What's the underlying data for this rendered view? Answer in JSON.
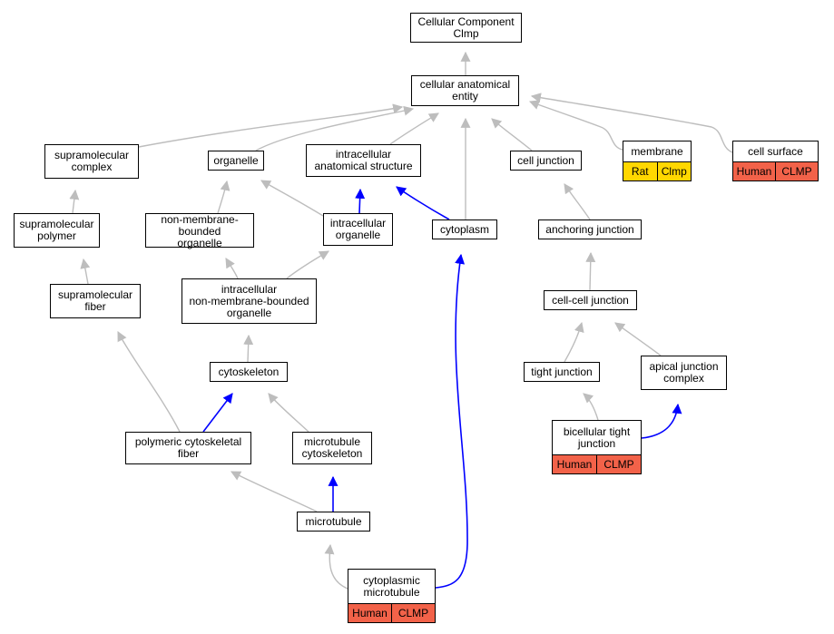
{
  "colors": {
    "is_a_edge": "#bdbdbd",
    "part_of_edge": "#0000ff",
    "human_tag": "#f26249",
    "rat_tag": "#ffd700"
  },
  "nodes": {
    "root": {
      "label": "Cellular Component\nClmp"
    },
    "cellular_anatomical_entity": {
      "label": "cellular anatomical\nentity"
    },
    "supramolecular_complex": {
      "label": "supramolecular\ncomplex"
    },
    "organelle": {
      "label": "organelle"
    },
    "intracellular_anatomical_structure": {
      "label": "intracellular\nanatomical structure"
    },
    "cell_junction": {
      "label": "cell junction"
    },
    "membrane": {
      "label": "membrane",
      "tags": [
        "Rat",
        "Clmp"
      ]
    },
    "cell_surface": {
      "label": "cell surface",
      "tags": [
        "Human",
        "CLMP"
      ]
    },
    "supramolecular_polymer": {
      "label": "supramolecular\npolymer"
    },
    "non_membrane_bounded_organelle": {
      "label": "non-membrane-bounded\norganelle"
    },
    "intracellular_organelle": {
      "label": "intracellular\norganelle"
    },
    "cytoplasm": {
      "label": "cytoplasm"
    },
    "anchoring_junction": {
      "label": "anchoring junction"
    },
    "supramolecular_fiber": {
      "label": "supramolecular\nfiber"
    },
    "intracellular_nmbo": {
      "label": "intracellular\nnon-membrane-bounded\norganelle"
    },
    "cell_cell_junction": {
      "label": "cell-cell junction"
    },
    "cytoskeleton": {
      "label": "cytoskeleton"
    },
    "tight_junction": {
      "label": "tight junction"
    },
    "apical_junction_complex": {
      "label": "apical junction\ncomplex"
    },
    "polymeric_cytoskeletal_fiber": {
      "label": "polymeric cytoskeletal\nfiber"
    },
    "microtubule_cytoskeleton": {
      "label": "microtubule\ncytoskeleton"
    },
    "bicellular_tight_junction": {
      "label": "bicellular tight\njunction",
      "tags": [
        "Human",
        "CLMP"
      ]
    },
    "microtubule": {
      "label": "microtubule"
    },
    "cytoplasmic_microtubule": {
      "label": "cytoplasmic\nmicrotubule",
      "tags": [
        "Human",
        "CLMP"
      ]
    }
  },
  "edges": [
    {
      "from": "cellular_anatomical_entity",
      "to": "root",
      "relation": "is_a"
    },
    {
      "from": "supramolecular_complex",
      "to": "cellular_anatomical_entity",
      "relation": "is_a"
    },
    {
      "from": "organelle",
      "to": "cellular_anatomical_entity",
      "relation": "is_a"
    },
    {
      "from": "intracellular_anatomical_structure",
      "to": "cellular_anatomical_entity",
      "relation": "is_a"
    },
    {
      "from": "cell_junction",
      "to": "cellular_anatomical_entity",
      "relation": "is_a"
    },
    {
      "from": "membrane",
      "to": "cellular_anatomical_entity",
      "relation": "is_a"
    },
    {
      "from": "cell_surface",
      "to": "cellular_anatomical_entity",
      "relation": "is_a"
    },
    {
      "from": "cytoplasm",
      "to": "cellular_anatomical_entity",
      "relation": "is_a"
    },
    {
      "from": "supramolecular_polymer",
      "to": "supramolecular_complex",
      "relation": "is_a"
    },
    {
      "from": "non_membrane_bounded_organelle",
      "to": "organelle",
      "relation": "is_a"
    },
    {
      "from": "intracellular_organelle",
      "to": "organelle",
      "relation": "is_a"
    },
    {
      "from": "intracellular_organelle",
      "to": "intracellular_anatomical_structure",
      "relation": "part_of"
    },
    {
      "from": "cytoplasm",
      "to": "intracellular_anatomical_structure",
      "relation": "part_of"
    },
    {
      "from": "anchoring_junction",
      "to": "cell_junction",
      "relation": "is_a"
    },
    {
      "from": "supramolecular_fiber",
      "to": "supramolecular_polymer",
      "relation": "is_a"
    },
    {
      "from": "intracellular_nmbo",
      "to": "non_membrane_bounded_organelle",
      "relation": "is_a"
    },
    {
      "from": "intracellular_nmbo",
      "to": "intracellular_organelle",
      "relation": "is_a"
    },
    {
      "from": "cell_cell_junction",
      "to": "anchoring_junction",
      "relation": "is_a"
    },
    {
      "from": "cytoskeleton",
      "to": "intracellular_nmbo",
      "relation": "is_a"
    },
    {
      "from": "tight_junction",
      "to": "cell_cell_junction",
      "relation": "is_a"
    },
    {
      "from": "apical_junction_complex",
      "to": "cell_cell_junction",
      "relation": "is_a"
    },
    {
      "from": "polymeric_cytoskeletal_fiber",
      "to": "supramolecular_fiber",
      "relation": "is_a"
    },
    {
      "from": "polymeric_cytoskeletal_fiber",
      "to": "cytoskeleton",
      "relation": "part_of"
    },
    {
      "from": "microtubule_cytoskeleton",
      "to": "cytoskeleton",
      "relation": "is_a"
    },
    {
      "from": "bicellular_tight_junction",
      "to": "tight_junction",
      "relation": "is_a"
    },
    {
      "from": "bicellular_tight_junction",
      "to": "apical_junction_complex",
      "relation": "part_of"
    },
    {
      "from": "microtubule",
      "to": "polymeric_cytoskeletal_fiber",
      "relation": "is_a"
    },
    {
      "from": "microtubule",
      "to": "microtubule_cytoskeleton",
      "relation": "part_of"
    },
    {
      "from": "cytoplasmic_microtubule",
      "to": "microtubule",
      "relation": "is_a"
    },
    {
      "from": "cytoplasmic_microtubule",
      "to": "cytoplasm",
      "relation": "part_of"
    }
  ]
}
